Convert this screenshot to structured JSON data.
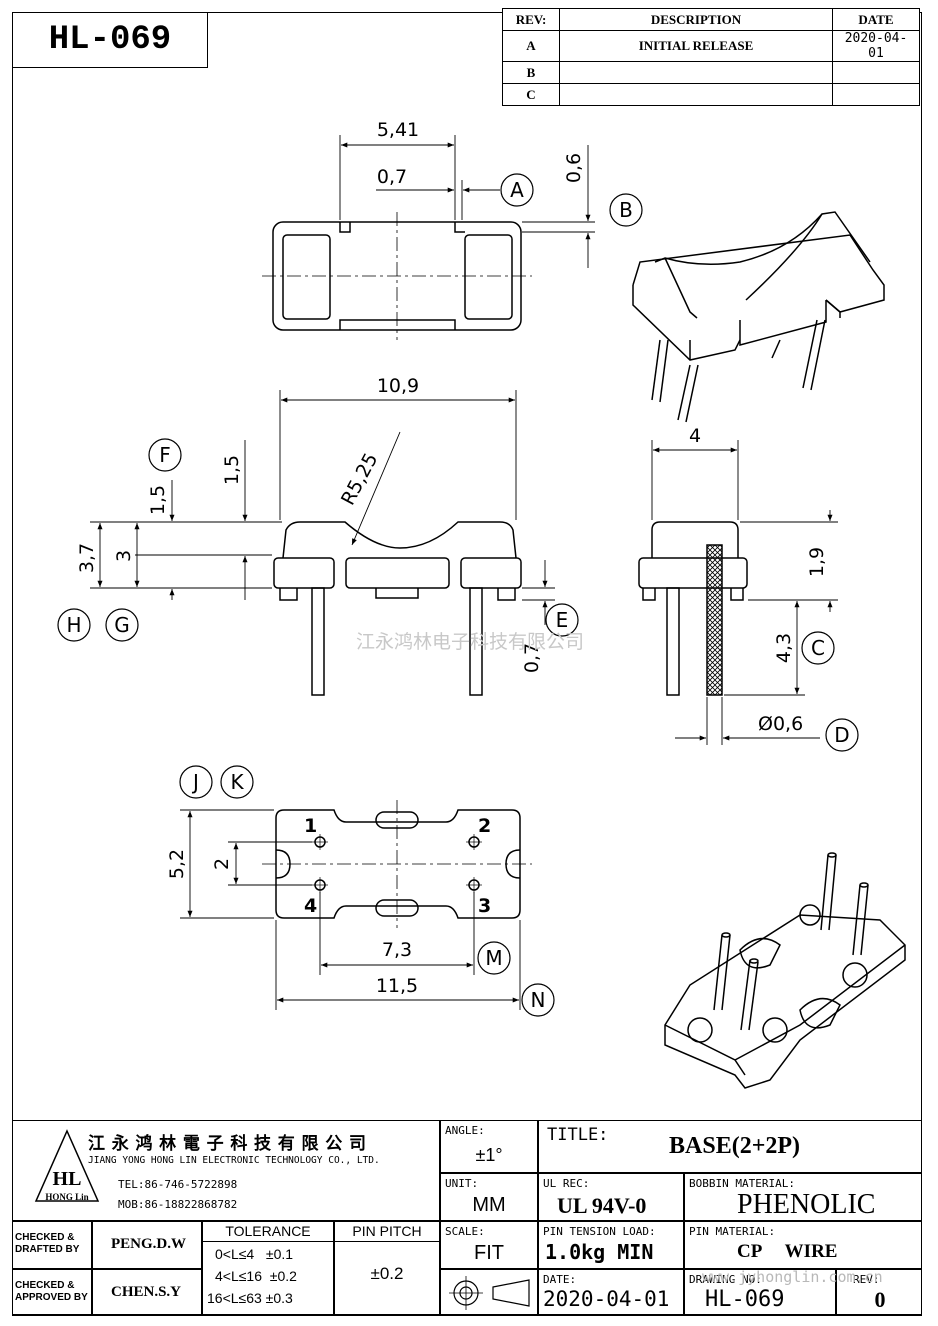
{
  "drawing_number": "HL-069",
  "revision_table": {
    "headers": {
      "rev": "REV:",
      "description": "DESCRIPTION",
      "date": "DATE"
    },
    "rows": [
      {
        "rev": "A",
        "description": "INITIAL  RELEASE",
        "date": "2020-04-01"
      },
      {
        "rev": "B",
        "description": "",
        "date": ""
      },
      {
        "rev": "C",
        "description": "",
        "date": ""
      }
    ]
  },
  "dimensions": {
    "top_width": "5,41",
    "top_slot": "0,7",
    "top_step": "0,6",
    "front_width": "10,9",
    "radius": "R5,25",
    "depth_1": "1,5",
    "depth_2": "1,5",
    "height_total": "3,7",
    "height_body": "3",
    "side_width": "4",
    "side_height": "1,9",
    "pin_length": "4,3",
    "pin_diameter": "Ø0,6",
    "pin_offset": "0,7",
    "bottom_height": "5,2",
    "hole_spacing": "2",
    "pin_pitch_x": "7,3",
    "bottom_length": "11,5"
  },
  "callouts": [
    "A",
    "B",
    "C",
    "D",
    "E",
    "F",
    "G",
    "H",
    "J",
    "K",
    "M",
    "N"
  ],
  "pin_numbers": [
    "1",
    "2",
    "3",
    "4"
  ],
  "watermark_center": "江永鸿林电子科技有限公司",
  "watermark_corner": "www.jyhonglin.com.cn",
  "title_block": {
    "company_cn": "江 永 鸿 林 電 子 科 技 有 限 公 司",
    "company_en": "JIANG YONG HONG LIN ELECTRONIC TECHNOLOGY CO., LTD.",
    "logo_text": "HL",
    "logo_sub": "HONG Lin",
    "tel": "TEL:86-746-5722898",
    "mob": "MOB:86-18822868782",
    "angle_label": "ANGLE:",
    "angle_value": "±1°",
    "unit_label": "UNIT:",
    "unit_value": "MM",
    "scale_label": "SCALE:",
    "scale_value": "FIT",
    "title_label": "TITLE:",
    "title_value": "BASE(2+2P)",
    "ul_label": "UL REC:",
    "ul_value": "UL 94V-0",
    "bobbin_label": "BOBBIN MATERIAL:",
    "bobbin_value": "PHENOLIC",
    "tension_label": "PIN TENSION LOAD:",
    "tension_value": "1.0kg MIN",
    "pin_material_label": "PIN MATERIAL:",
    "pin_material_value": "CP     WIRE",
    "date_label": "DATE:",
    "date_value": "2020-04-01",
    "dwgno_label": "DRAWING NO:",
    "dwgno_value": "HL-069",
    "rev_label": "REV:",
    "rev_value": "0",
    "checked_drafted_label": "CHECKED &\nDRAFTED BY",
    "checked_drafted_name": "PENG.D.W",
    "checked_approved_label": "CHECKED &\nAPPROVED BY",
    "checked_approved_name": "CHEN.S.Y",
    "tolerance_label": "TOLERANCE",
    "tolerance_rows": [
      "0<L≤4   ±0.1",
      "4<L≤16  ±0.2",
      "16<L≤63 ±0.3"
    ],
    "pin_pitch_label": "PIN PITCH",
    "pin_pitch_value": "±0.2"
  },
  "colors": {
    "line": "#000000",
    "watermark": "#c8c8c8"
  }
}
